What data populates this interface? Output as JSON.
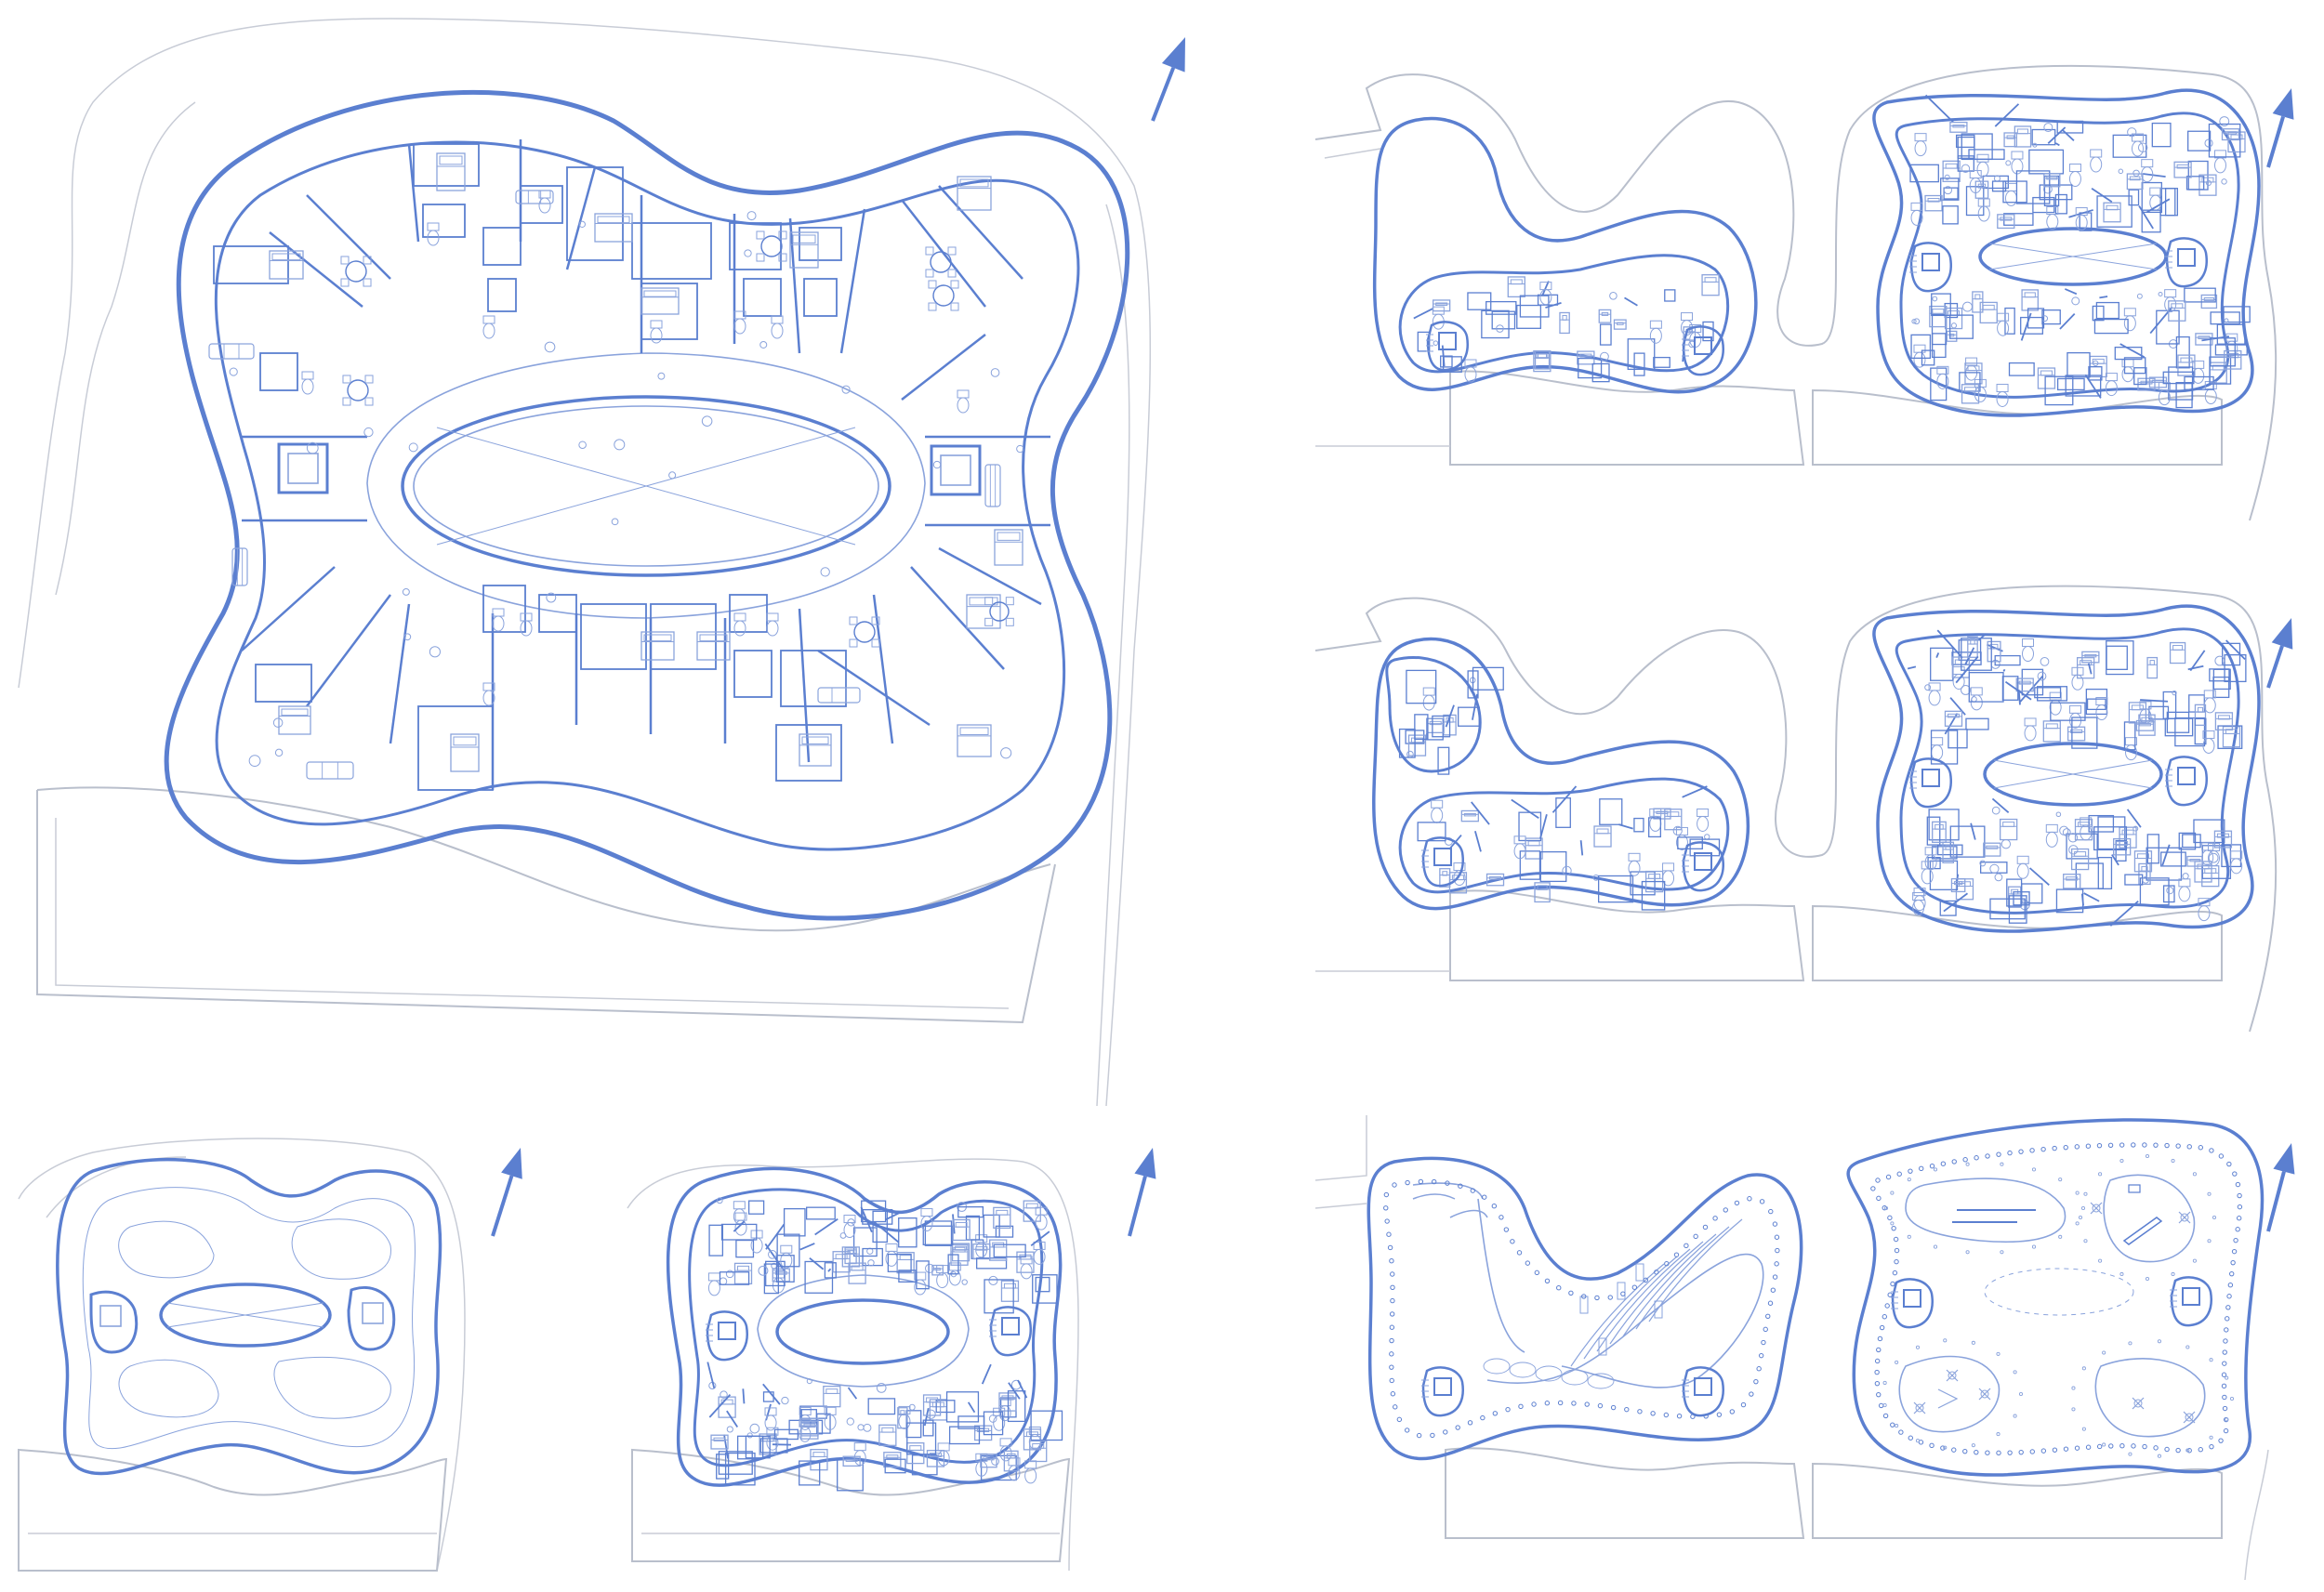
{
  "colors": {
    "primary": "#5b7fd0",
    "light": "#8aa3dc",
    "site": "#b9bfcc",
    "background": "#ffffff"
  },
  "icons": {
    "north_arrow": "north-arrow-icon"
  },
  "drawings": [
    {
      "id": "typical-floor-large"
    },
    {
      "id": "upper-floor-plan-a"
    },
    {
      "id": "upper-floor-plan-b"
    },
    {
      "id": "ground-floor-plan"
    },
    {
      "id": "core-floor-small"
    },
    {
      "id": "typical-floor-small"
    }
  ]
}
